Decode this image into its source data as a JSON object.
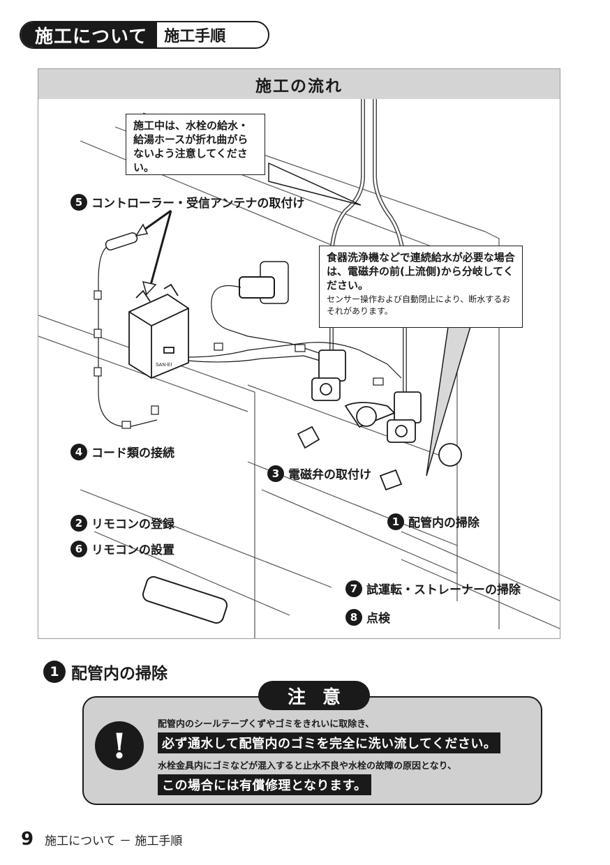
{
  "header": {
    "title": "施工について",
    "subtitle": "施工手順"
  },
  "flow": {
    "title": "施工の流れ",
    "note_hose": "施工中は、水栓の給水・給湯ホースが折れ曲がらないよう注意してください。",
    "note_branch": "食器洗浄機などで連続給水が必要な場合は、電磁弁の前(上流側)から分岐してください。",
    "note_branch_small": "センサー操作および自動閉止により、断水するおそれがあります。",
    "device_brand": "SAN-EI",
    "steps": [
      {
        "num": "1",
        "label": "配管内の掃除"
      },
      {
        "num": "2",
        "label": "リモコンの登録"
      },
      {
        "num": "3",
        "label": "電磁弁の取付け"
      },
      {
        "num": "4",
        "label": "コード類の接続"
      },
      {
        "num": "5",
        "label": "コントローラー・受信アンテナの取付け"
      },
      {
        "num": "6",
        "label": "リモコンの設置"
      },
      {
        "num": "7",
        "label": "試運転・ストレーナーの掃除"
      },
      {
        "num": "8",
        "label": "点検"
      }
    ]
  },
  "section1": {
    "num": "1",
    "title": "配管内の掃除",
    "caution_label": "注意",
    "alert_symbol": "!",
    "line1": "配管内のシールテープくずやゴミをきれいに取除き、",
    "line2": "必ず通水して配管内のゴミを完全に洗い流してください。",
    "line3": "水栓金具内にゴミなどが混入すると止水不良や水栓の故障の原因となり、",
    "line4": "この場合には有償修理となります。"
  },
  "footer": {
    "page": "9",
    "text": "施工について － 施工手順"
  },
  "colors": {
    "ink": "#1a1a1a",
    "panel": "#d4d4d4",
    "caution_bg": "#d0d0d0"
  }
}
